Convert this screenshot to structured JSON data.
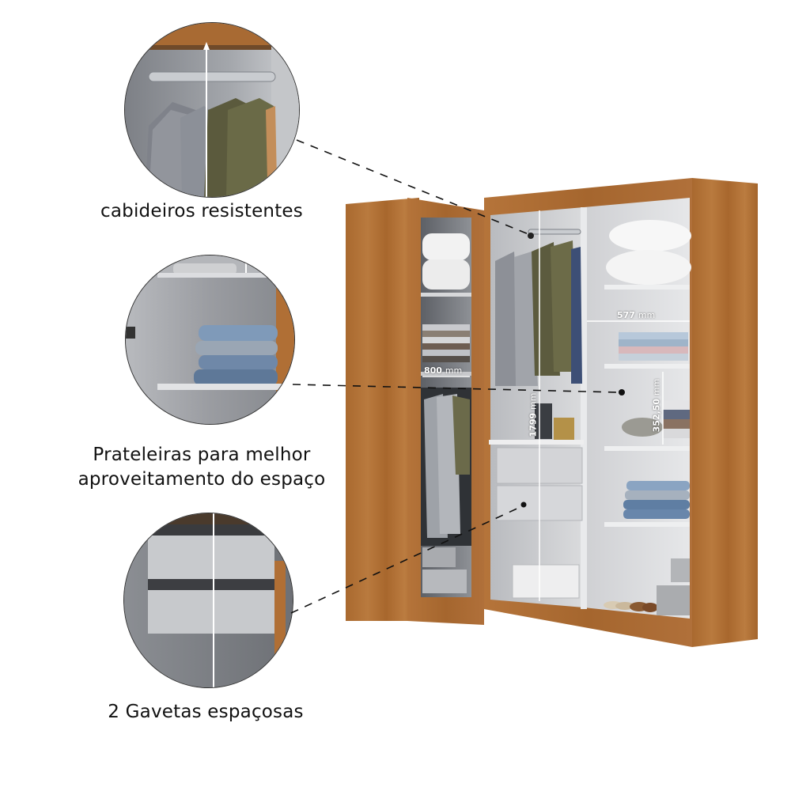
{
  "callouts": [
    {
      "id": "hanger",
      "caption_lines": [
        "cabideiros resistentes"
      ],
      "icon": "clothes-rail"
    },
    {
      "id": "shelves",
      "caption_lines": [
        "Prateleiras para melhor",
        "aproveitamento do espaço"
      ],
      "icon": "shelf"
    },
    {
      "id": "drawers",
      "caption_lines": [
        "2 Gavetas espaçosas"
      ],
      "icon": "drawer"
    }
  ],
  "dimensions": {
    "width_right": {
      "value": "577",
      "unit": "mm"
    },
    "width_left": {
      "value": "800",
      "unit": "mm"
    },
    "height": {
      "value": "1799",
      "unit": "mm"
    },
    "shelf_gap": {
      "value": "352,50",
      "unit": "mm"
    }
  },
  "colors": {
    "wood": "#b06f35",
    "wood_dark": "#8f5526",
    "interior": "#d9dadc",
    "interior_shadow": "#9ea1a6",
    "leader_line": "#111111"
  }
}
